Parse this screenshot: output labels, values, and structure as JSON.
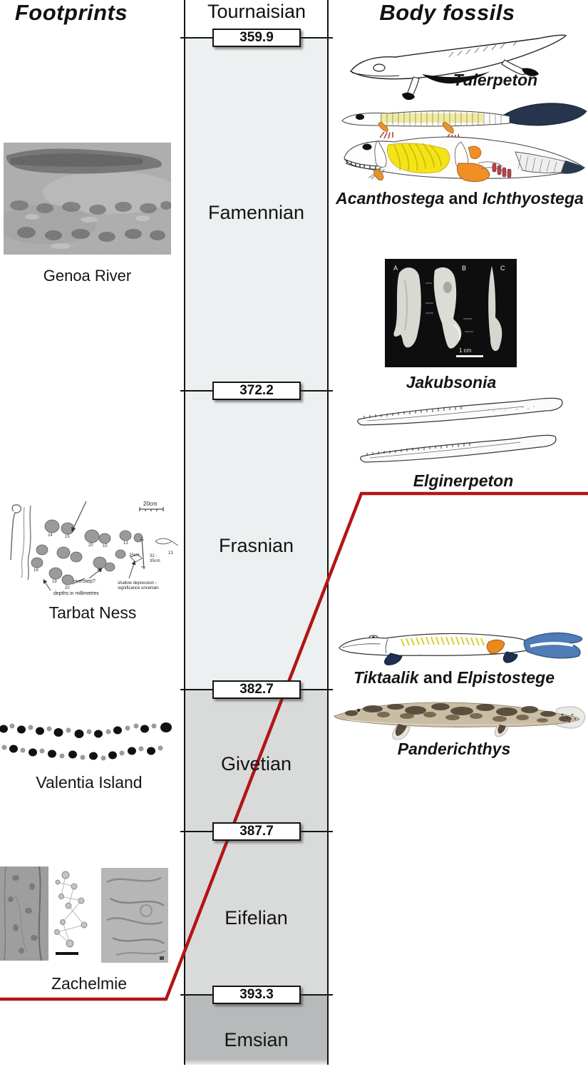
{
  "headers": {
    "footprints": "Footprints",
    "body_fossils": "Body fossils"
  },
  "timescale": {
    "top_stage": "Tournaisian",
    "stages": [
      {
        "name": "Famennian",
        "fill": "#edf0f1"
      },
      {
        "name": "Frasnian",
        "fill": "#edf0f1"
      },
      {
        "name": "Givetian",
        "fill": "#d9dbdb"
      },
      {
        "name": "Eifelian",
        "fill": "#d9dbdb"
      },
      {
        "name": "Emsian",
        "fill": "#b7baba"
      }
    ],
    "boundaries_ma": [
      "359.9",
      "372.2",
      "382.7",
      "387.7",
      "393.3"
    ]
  },
  "footprint_sites": [
    {
      "label": "Genoa River"
    },
    {
      "label": "Tarbat Ness",
      "scale": "20cm",
      "numbers": [
        "24",
        "13",
        "20",
        "15",
        "16",
        "18",
        "19",
        "20",
        "13",
        "15"
      ],
      "depth_note": "25cm",
      "range_note_1": "32 -",
      "range_note_2": "35cm",
      "overstep": "overstep?",
      "depths_caption": "depths in millimetres",
      "shallow_caption_1": "shallow depression -",
      "shallow_caption_2": "significance uncertain"
    },
    {
      "label": "Valentia Island"
    },
    {
      "label": "Zachelmie"
    }
  ],
  "body_fossil_items": [
    {
      "label": "Tulerpeton"
    },
    {
      "name1": "Acanthostega",
      "conj": " and ",
      "name2": "Ichthyostega"
    },
    {
      "label": "Jakubsonia",
      "panel_a": "A",
      "panel_b": "B",
      "panel_c": "C",
      "scale": "1 cm"
    },
    {
      "label": "Elginerpeton"
    },
    {
      "name1": "Tiktaalik",
      "conj": " and ",
      "name2": "Elpistostege"
    },
    {
      "label": "Panderichthys"
    }
  ],
  "colors": {
    "boundary_trend_line": "#b31515",
    "stage_light": "#edf0f1",
    "stage_mid": "#d9dbdb",
    "stage_dark": "#b7baba"
  }
}
